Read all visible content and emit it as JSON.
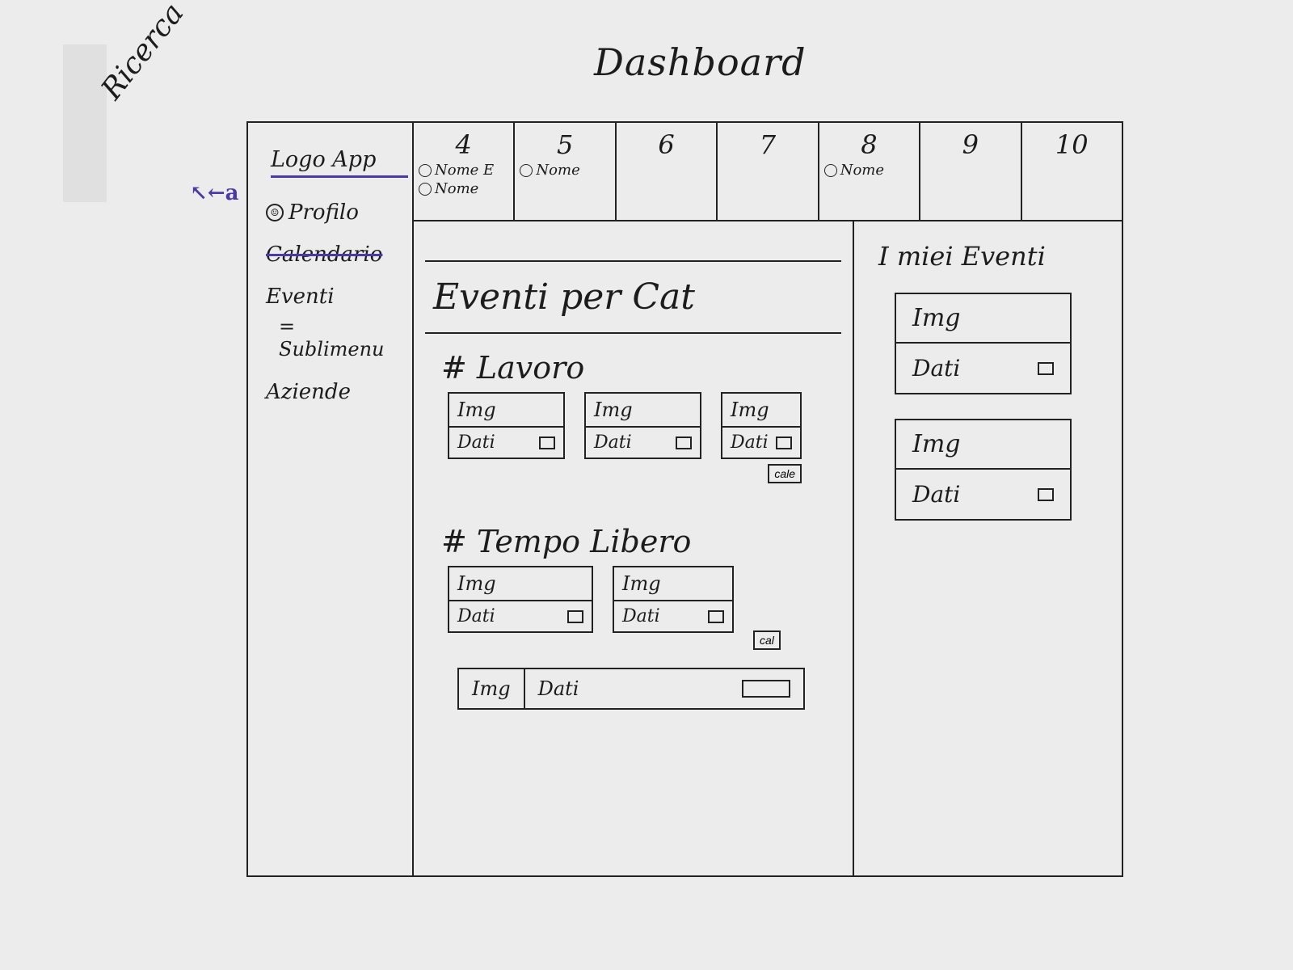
{
  "header": {
    "title": "Dashboard",
    "search_label": "Ricerca"
  },
  "sidebar": {
    "logo": "Logo App",
    "back_symbol": "↖←a",
    "items": [
      {
        "label": "Profilo",
        "icon": "profile-circle-icon"
      },
      {
        "label": "Calendario",
        "struck": true
      },
      {
        "label": "Eventi"
      },
      {
        "label": "Aziende"
      }
    ],
    "sub_item": "= Sublimenu"
  },
  "timeline": {
    "columns": [
      {
        "num": "4",
        "entries": [
          "Nome E",
          "Nome"
        ]
      },
      {
        "num": "5",
        "entries": [
          "Nome"
        ]
      },
      {
        "num": "6",
        "entries": []
      },
      {
        "num": "7",
        "entries": []
      },
      {
        "num": "8",
        "entries": [
          "Nome"
        ]
      },
      {
        "num": "9",
        "entries": []
      },
      {
        "num": "10",
        "entries": []
      }
    ]
  },
  "main": {
    "category_header": "Eventi per Cat",
    "sections": [
      {
        "title": "# Lavoro"
      },
      {
        "title": "# Tempo Libero"
      }
    ],
    "card_img": "Img",
    "card_info": "Dati",
    "cal_label": "cale",
    "cal_label_short": "cal"
  },
  "my_events": {
    "title": "I miei Eventi",
    "card_img": "Img",
    "card_info": "Dati"
  }
}
